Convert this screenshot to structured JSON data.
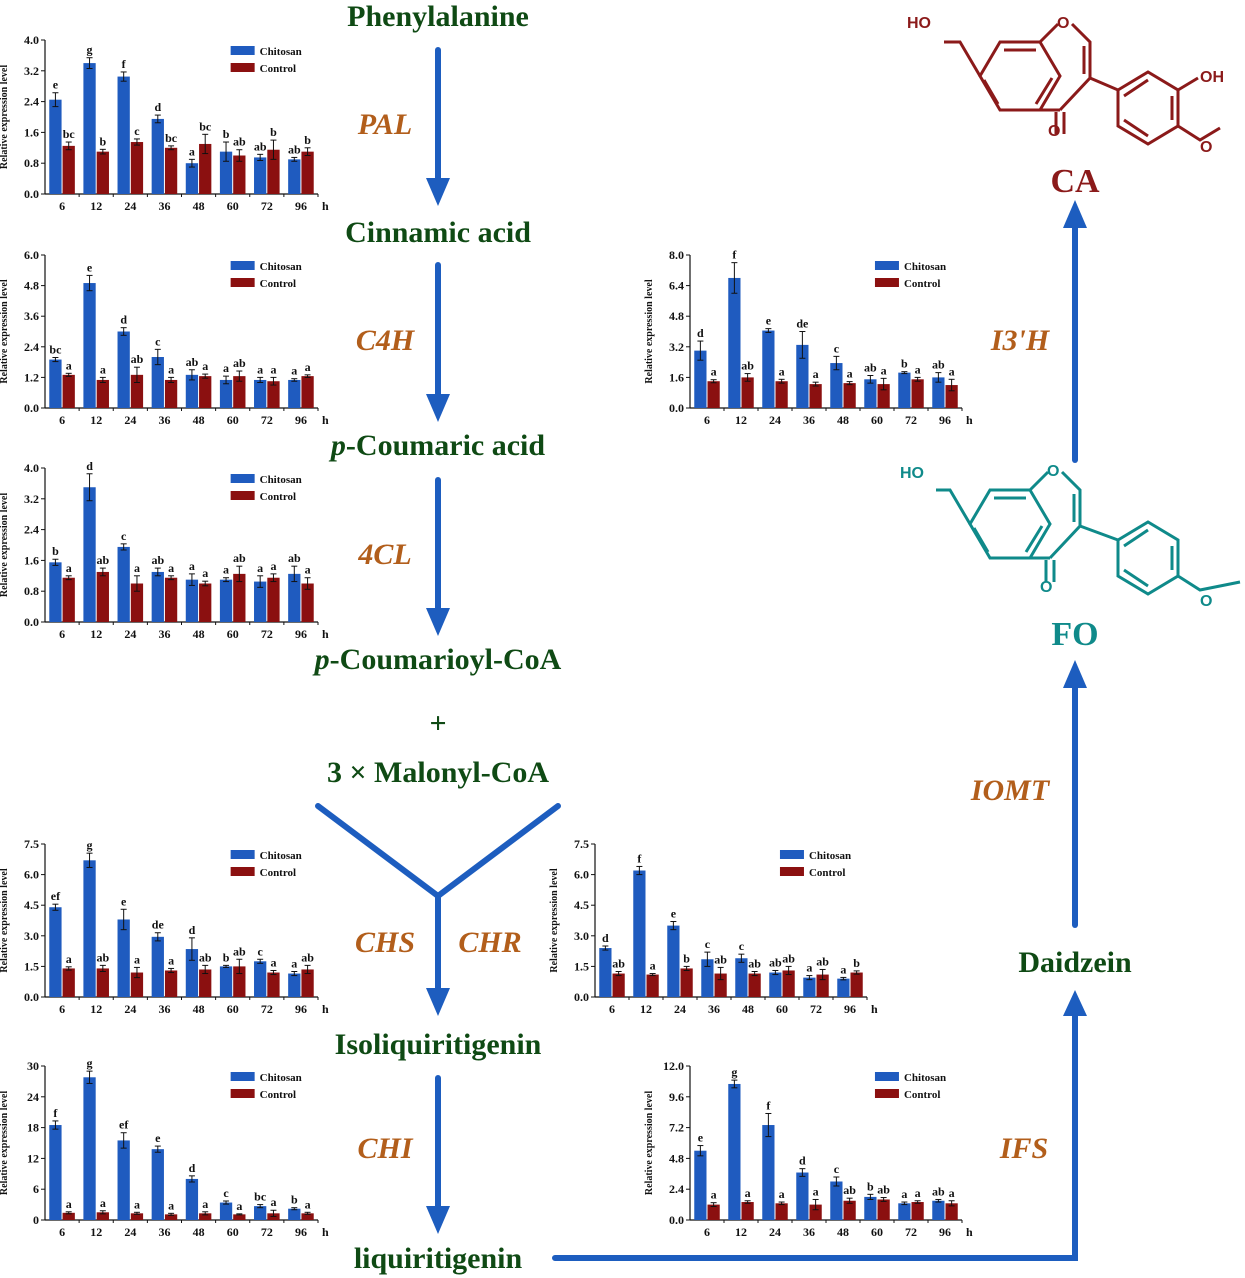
{
  "colors": {
    "chitosan": "#1f5bbf",
    "control": "#8b1010",
    "arrow": "#1d5dbf",
    "compound_text": "#0f4a14",
    "enzyme_text": "#b25e1b",
    "ca_text": "#8b1a1a",
    "fo_text": "#0f8a8a"
  },
  "pathway": {
    "compounds": {
      "phenylalanine": "Phenylalanine",
      "cinnamic_acid": "Cinnamic acid",
      "p_coumaric_prefix": "p",
      "p_coumaric_rest": "-Coumaric acid",
      "p_coumarioyl_prefix": "p",
      "p_coumarioyl_rest": "-Coumarioyl-CoA",
      "plus": "+",
      "malonyl": "3 × Malonyl-CoA",
      "isoliquiritigenin": "Isoliquiritigenin",
      "liquiritigenin": "liquiritigenin",
      "daidzein": "Daidzein",
      "fo": "FO",
      "ca": "CA"
    },
    "enzymes": {
      "pal": "PAL",
      "c4h": "C4H",
      "cl4": "4CL",
      "chs": "CHS",
      "chr": "CHR",
      "chi": "CHI",
      "ifs": "IFS",
      "iomt": "IOMT",
      "i3h": "I3'H"
    },
    "molecule_atoms": {
      "ho": "HO",
      "o": "O",
      "oh": "OH"
    }
  },
  "chart_common": {
    "ylabel": "Relative expression level",
    "x_unit": "h",
    "legend": [
      "Chitosan",
      "Control"
    ]
  },
  "chart_data": [
    {
      "id": "PAL",
      "type": "bar",
      "categories": [
        "6",
        "12",
        "24",
        "36",
        "48",
        "60",
        "72",
        "96"
      ],
      "ylim": [
        0,
        4.0
      ],
      "yticks": [
        "0.0",
        "0.8",
        "1.6",
        "2.4",
        "3.2",
        "4.0"
      ],
      "series": [
        {
          "name": "Chitosan",
          "values": [
            2.45,
            3.4,
            3.05,
            1.95,
            0.8,
            1.1,
            0.95,
            0.9
          ],
          "errors": [
            0.18,
            0.14,
            0.12,
            0.1,
            0.1,
            0.25,
            0.08,
            0.05
          ],
          "labels": [
            "e",
            "g",
            "f",
            "d",
            "a",
            "b",
            "ab",
            "ab"
          ]
        },
        {
          "name": "Control",
          "values": [
            1.25,
            1.1,
            1.35,
            1.2,
            1.3,
            1.0,
            1.15,
            1.1
          ],
          "errors": [
            0.1,
            0.06,
            0.08,
            0.05,
            0.25,
            0.15,
            0.25,
            0.1
          ],
          "labels": [
            "bc",
            "b",
            "c",
            "bc",
            "bc",
            "ab",
            "b",
            "b"
          ]
        }
      ]
    },
    {
      "id": "C4H",
      "type": "bar",
      "categories": [
        "6",
        "12",
        "24",
        "36",
        "48",
        "60",
        "72",
        "96"
      ],
      "ylim": [
        0,
        6.0
      ],
      "yticks": [
        "0.0",
        "1.2",
        "2.4",
        "3.6",
        "4.8",
        "6.0"
      ],
      "series": [
        {
          "name": "Chitosan",
          "values": [
            1.9,
            4.9,
            3.0,
            2.0,
            1.3,
            1.1,
            1.1,
            1.1
          ],
          "errors": [
            0.08,
            0.3,
            0.15,
            0.3,
            0.2,
            0.15,
            0.1,
            0.05
          ],
          "labels": [
            "bc",
            "e",
            "d",
            "c",
            "ab",
            "a",
            "a",
            "a"
          ]
        },
        {
          "name": "Control",
          "values": [
            1.3,
            1.1,
            1.3,
            1.1,
            1.25,
            1.25,
            1.05,
            1.25
          ],
          "errors": [
            0.06,
            0.1,
            0.3,
            0.1,
            0.08,
            0.2,
            0.15,
            0.05
          ],
          "labels": [
            "a",
            "a",
            "ab",
            "a",
            "a",
            "ab",
            "a",
            "a"
          ]
        }
      ]
    },
    {
      "id": "4CL",
      "type": "bar",
      "categories": [
        "6",
        "12",
        "24",
        "36",
        "48",
        "60",
        "72",
        "96"
      ],
      "ylim": [
        0,
        4.0
      ],
      "yticks": [
        "0.0",
        "0.8",
        "1.6",
        "2.4",
        "3.2",
        "4.0"
      ],
      "series": [
        {
          "name": "Chitosan",
          "values": [
            1.55,
            3.5,
            1.95,
            1.3,
            1.1,
            1.1,
            1.05,
            1.25
          ],
          "errors": [
            0.08,
            0.35,
            0.08,
            0.1,
            0.15,
            0.05,
            0.15,
            0.2
          ],
          "labels": [
            "b",
            "d",
            "c",
            "ab",
            "a",
            "a",
            "a",
            "ab"
          ]
        },
        {
          "name": "Control",
          "values": [
            1.15,
            1.3,
            1.0,
            1.15,
            1.0,
            1.25,
            1.15,
            1.0
          ],
          "errors": [
            0.05,
            0.1,
            0.2,
            0.05,
            0.06,
            0.2,
            0.1,
            0.15
          ],
          "labels": [
            "a",
            "ab",
            "a",
            "a",
            "a",
            "ab",
            "a",
            "a"
          ]
        }
      ]
    },
    {
      "id": "I3H",
      "type": "bar",
      "categories": [
        "6",
        "12",
        "24",
        "36",
        "48",
        "60",
        "72",
        "96"
      ],
      "ylim": [
        0,
        8.0
      ],
      "yticks": [
        "0.0",
        "1.6",
        "3.2",
        "4.8",
        "6.4",
        "8.0"
      ],
      "series": [
        {
          "name": "Chitosan",
          "values": [
            3.0,
            6.8,
            4.05,
            3.3,
            2.35,
            1.5,
            1.85,
            1.6
          ],
          "errors": [
            0.5,
            0.8,
            0.1,
            0.7,
            0.35,
            0.2,
            0.05,
            0.25
          ],
          "labels": [
            "d",
            "f",
            "e",
            "de",
            "c",
            "ab",
            "b",
            "ab"
          ]
        },
        {
          "name": "Control",
          "values": [
            1.4,
            1.6,
            1.4,
            1.25,
            1.3,
            1.25,
            1.5,
            1.2
          ],
          "errors": [
            0.08,
            0.2,
            0.1,
            0.1,
            0.08,
            0.3,
            0.1,
            0.3
          ],
          "labels": [
            "a",
            "ab",
            "a",
            "a",
            "a",
            "a",
            "a",
            "a"
          ]
        }
      ]
    },
    {
      "id": "CHS",
      "type": "bar",
      "categories": [
        "6",
        "12",
        "24",
        "36",
        "48",
        "60",
        "72",
        "96"
      ],
      "ylim": [
        0,
        7.5
      ],
      "yticks": [
        "0.0",
        "1.5",
        "3.0",
        "4.5",
        "6.0",
        "7.5"
      ],
      "series": [
        {
          "name": "Chitosan",
          "values": [
            4.4,
            6.7,
            3.8,
            2.95,
            2.35,
            1.5,
            1.75,
            1.15
          ],
          "errors": [
            0.15,
            0.35,
            0.5,
            0.2,
            0.55,
            0.05,
            0.1,
            0.1
          ],
          "labels": [
            "ef",
            "g",
            "e",
            "de",
            "d",
            "b",
            "c",
            "a"
          ]
        },
        {
          "name": "Control",
          "values": [
            1.4,
            1.4,
            1.2,
            1.3,
            1.35,
            1.5,
            1.2,
            1.35
          ],
          "errors": [
            0.08,
            0.15,
            0.25,
            0.1,
            0.2,
            0.35,
            0.1,
            0.2
          ],
          "labels": [
            "a",
            "ab",
            "a",
            "a",
            "ab",
            "ab",
            "a",
            "ab"
          ]
        }
      ]
    },
    {
      "id": "CHR",
      "type": "bar",
      "categories": [
        "6",
        "12",
        "24",
        "36",
        "48",
        "60",
        "72",
        "96"
      ],
      "ylim": [
        0,
        7.5
      ],
      "yticks": [
        "0.0",
        "1.5",
        "3.0",
        "4.5",
        "6.0",
        "7.5"
      ],
      "series": [
        {
          "name": "Chitosan",
          "values": [
            2.4,
            6.2,
            3.5,
            1.85,
            1.9,
            1.2,
            0.95,
            0.9
          ],
          "errors": [
            0.1,
            0.2,
            0.2,
            0.35,
            0.2,
            0.1,
            0.1,
            0.06
          ],
          "labels": [
            "d",
            "f",
            "e",
            "c",
            "c",
            "ab",
            "a",
            "a"
          ]
        },
        {
          "name": "Control",
          "values": [
            1.15,
            1.1,
            1.4,
            1.15,
            1.15,
            1.3,
            1.1,
            1.2
          ],
          "errors": [
            0.1,
            0.05,
            0.1,
            0.3,
            0.1,
            0.2,
            0.25,
            0.08
          ],
          "labels": [
            "ab",
            "a",
            "b",
            "ab",
            "ab",
            "ab",
            "ab",
            "b"
          ]
        }
      ]
    },
    {
      "id": "CHI",
      "type": "bar",
      "categories": [
        "6",
        "12",
        "24",
        "36",
        "48",
        "60",
        "72",
        "96"
      ],
      "ylim": [
        0,
        30
      ],
      "yticks": [
        "0",
        "6",
        "12",
        "18",
        "24",
        "30"
      ],
      "series": [
        {
          "name": "Chitosan",
          "values": [
            18.5,
            27.8,
            15.5,
            13.8,
            8.0,
            3.4,
            2.7,
            2.2
          ],
          "errors": [
            0.8,
            1.2,
            1.5,
            0.6,
            0.6,
            0.3,
            0.3,
            0.2
          ],
          "labels": [
            "f",
            "g",
            "ef",
            "e",
            "d",
            "c",
            "bc",
            "b"
          ]
        },
        {
          "name": "Control",
          "values": [
            1.4,
            1.5,
            1.3,
            1.1,
            1.3,
            1.1,
            1.3,
            1.3
          ],
          "errors": [
            0.2,
            0.3,
            0.2,
            0.2,
            0.3,
            0.1,
            0.6,
            0.2
          ],
          "labels": [
            "a",
            "a",
            "a",
            "a",
            "a",
            "a",
            "a",
            "a"
          ]
        }
      ]
    },
    {
      "id": "IFS",
      "type": "bar",
      "categories": [
        "6",
        "12",
        "24",
        "36",
        "48",
        "60",
        "72",
        "96"
      ],
      "ylim": [
        0,
        12.0
      ],
      "yticks": [
        "0.0",
        "2.4",
        "4.8",
        "7.2",
        "9.6",
        "12.0"
      ],
      "series": [
        {
          "name": "Chitosan",
          "values": [
            5.4,
            10.6,
            7.4,
            3.7,
            3.0,
            1.8,
            1.3,
            1.5
          ],
          "errors": [
            0.4,
            0.3,
            0.9,
            0.3,
            0.35,
            0.2,
            0.1,
            0.1
          ],
          "labels": [
            "e",
            "g",
            "f",
            "d",
            "c",
            "b",
            "a",
            "ab"
          ]
        },
        {
          "name": "Control",
          "values": [
            1.2,
            1.4,
            1.3,
            1.2,
            1.5,
            1.6,
            1.4,
            1.3
          ],
          "errors": [
            0.15,
            0.1,
            0.1,
            0.4,
            0.2,
            0.15,
            0.1,
            0.2
          ],
          "labels": [
            "a",
            "a",
            "a",
            "a",
            "ab",
            "ab",
            "a",
            "a"
          ]
        }
      ]
    }
  ]
}
